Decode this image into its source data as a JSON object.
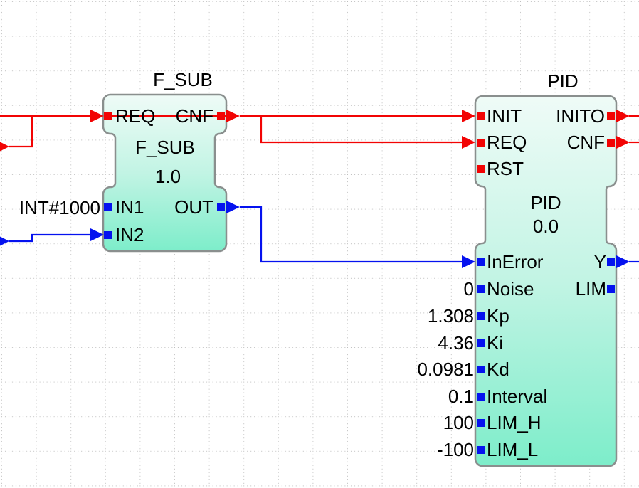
{
  "colors": {
    "event_wire": "#f20404",
    "data_wire": "#0512ef",
    "block_border": "#8a8f8e",
    "block_fill_top": "#effbf7",
    "block_fill_bottom": "#7dedca",
    "grid_dot": "#bdbdbd",
    "background": "#ffffff",
    "text": "#000000"
  },
  "blocks": {
    "fsub": {
      "title": "F_SUB",
      "type_name": "F_SUB",
      "version": "1.0",
      "event_inputs": [
        {
          "label": "REQ"
        }
      ],
      "event_outputs": [
        {
          "label": "CNF"
        }
      ],
      "data_inputs": [
        {
          "label": "IN1",
          "value": "INT#1000"
        },
        {
          "label": "IN2"
        }
      ],
      "data_outputs": [
        {
          "label": "OUT"
        }
      ]
    },
    "pid": {
      "title": "PID",
      "type_name": "PID",
      "version": "0.0",
      "event_inputs": [
        {
          "label": "INIT"
        },
        {
          "label": "REQ"
        },
        {
          "label": "RST"
        }
      ],
      "event_outputs": [
        {
          "label": "INITO"
        },
        {
          "label": "CNF"
        }
      ],
      "data_inputs": [
        {
          "label": "InError"
        },
        {
          "label": "Noise",
          "value": "0"
        },
        {
          "label": "Kp",
          "value": "1.308"
        },
        {
          "label": "Ki",
          "value": "4.36"
        },
        {
          "label": "Kd",
          "value": "0.0981"
        },
        {
          "label": "Interval",
          "value": "0.1"
        },
        {
          "label": "LIM_H",
          "value": "100"
        },
        {
          "label": "LIM_L",
          "value": "-100"
        }
      ],
      "data_outputs": [
        {
          "label": "Y"
        },
        {
          "label": "LIM"
        }
      ]
    }
  },
  "connections": [
    {
      "type": "event",
      "from": "off-screen-left",
      "to": "F_SUB.REQ"
    },
    {
      "type": "event",
      "from": "off-screen-left",
      "to": "F_SUB.REQ(branch)"
    },
    {
      "type": "event",
      "from": "F_SUB.CNF",
      "to": "PID.INIT"
    },
    {
      "type": "event",
      "from": "F_SUB.CNF",
      "to": "PID.REQ"
    },
    {
      "type": "event",
      "from": "PID.INITO",
      "to": "off-screen-right"
    },
    {
      "type": "event",
      "from": "PID.CNF",
      "to": "off-screen-right"
    },
    {
      "type": "data",
      "from": "off-screen-left",
      "to": "F_SUB.IN2"
    },
    {
      "type": "data",
      "from": "F_SUB.OUT",
      "to": "PID.InError"
    },
    {
      "type": "data",
      "from": "PID.Y",
      "to": "off-screen-right"
    }
  ]
}
